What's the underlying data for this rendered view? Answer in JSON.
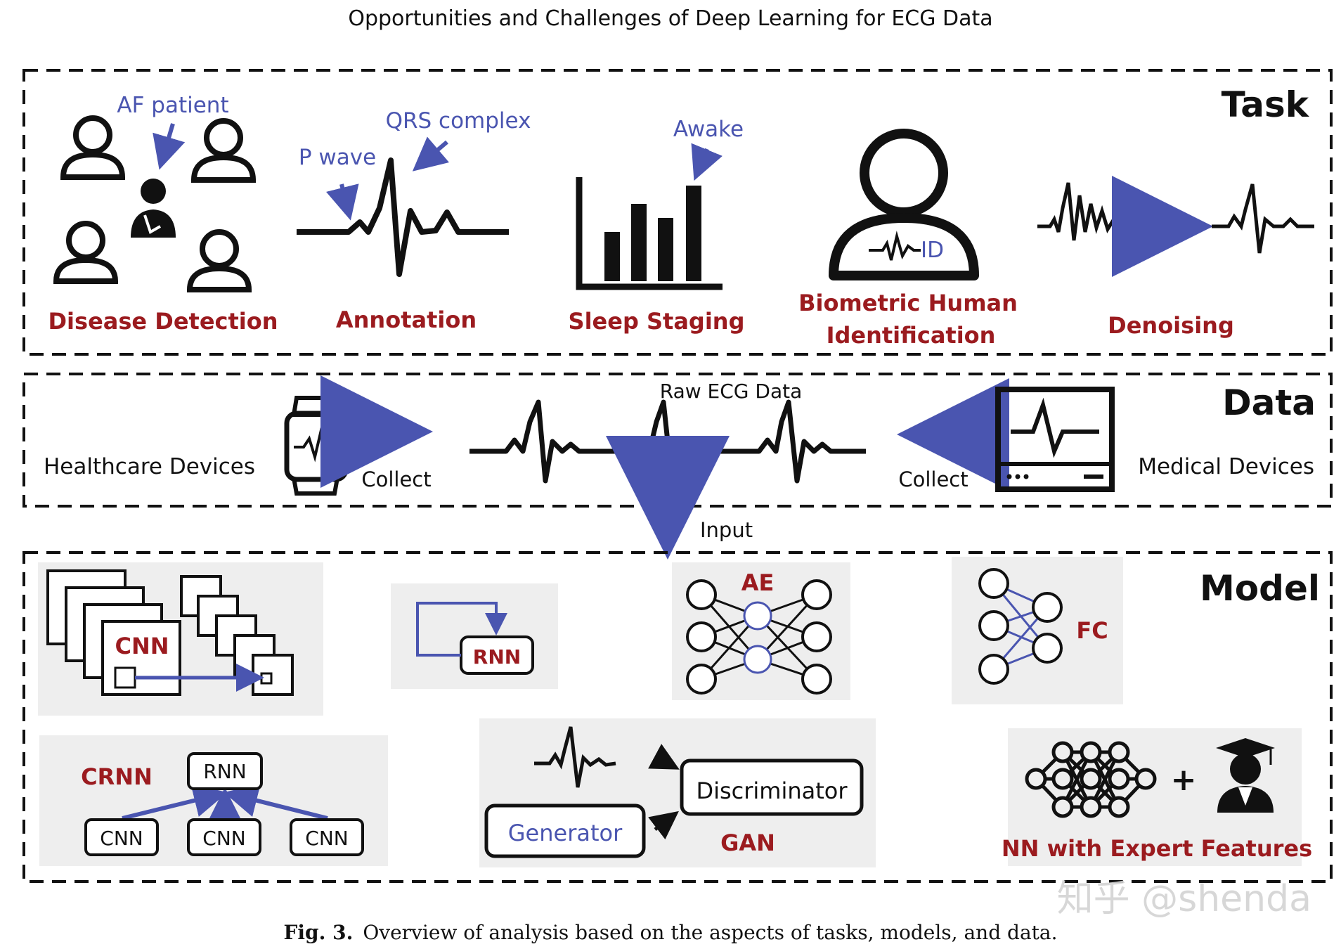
{
  "header": {
    "title": "Opportunities and Challenges of Deep Learning for ECG Data"
  },
  "task": {
    "section_label": "Task",
    "af_patient_label": "AF patient",
    "disease_detection": "Disease Detection",
    "qrs_label": "QRS complex",
    "p_wave_label": "P wave",
    "annotation": "Annotation",
    "awake_label": "Awake",
    "sleep_staging": "Sleep Staging",
    "id_label": "ID",
    "biometric_line1": "Biometric Human",
    "biometric_line2": "Identification",
    "denoising": "Denoising"
  },
  "data": {
    "section_label": "Data",
    "healthcare_devices": "Healthcare Devices",
    "collect_left": "Collect",
    "raw_ecg": "Raw ECG Data",
    "collect_right": "Collect",
    "medical_devices": "Medical Devices",
    "input_label": "Input"
  },
  "model": {
    "section_label": "Model",
    "cnn": "CNN",
    "rnn": "RNN",
    "ae": "AE",
    "fc": "FC",
    "crnn": "CRNN",
    "crnn_rnn": "RNN",
    "crnn_cnn_1": "CNN",
    "crnn_cnn_2": "CNN",
    "crnn_cnn_3": "CNN",
    "discriminator": "Discriminator",
    "generator": "Generator",
    "gan": "GAN",
    "plus": "+",
    "nn_expert": "NN with Expert Features"
  },
  "watermark": "知乎 @shenda",
  "caption": {
    "label": "Fig. 3.",
    "text": "Overview of analysis based on the aspects of tasks, models, and data."
  },
  "colors": {
    "accent_blue": "#4a55b0",
    "label_red": "#9b1b1f",
    "panel_grey": "#eeeeee",
    "ink": "#111111"
  }
}
